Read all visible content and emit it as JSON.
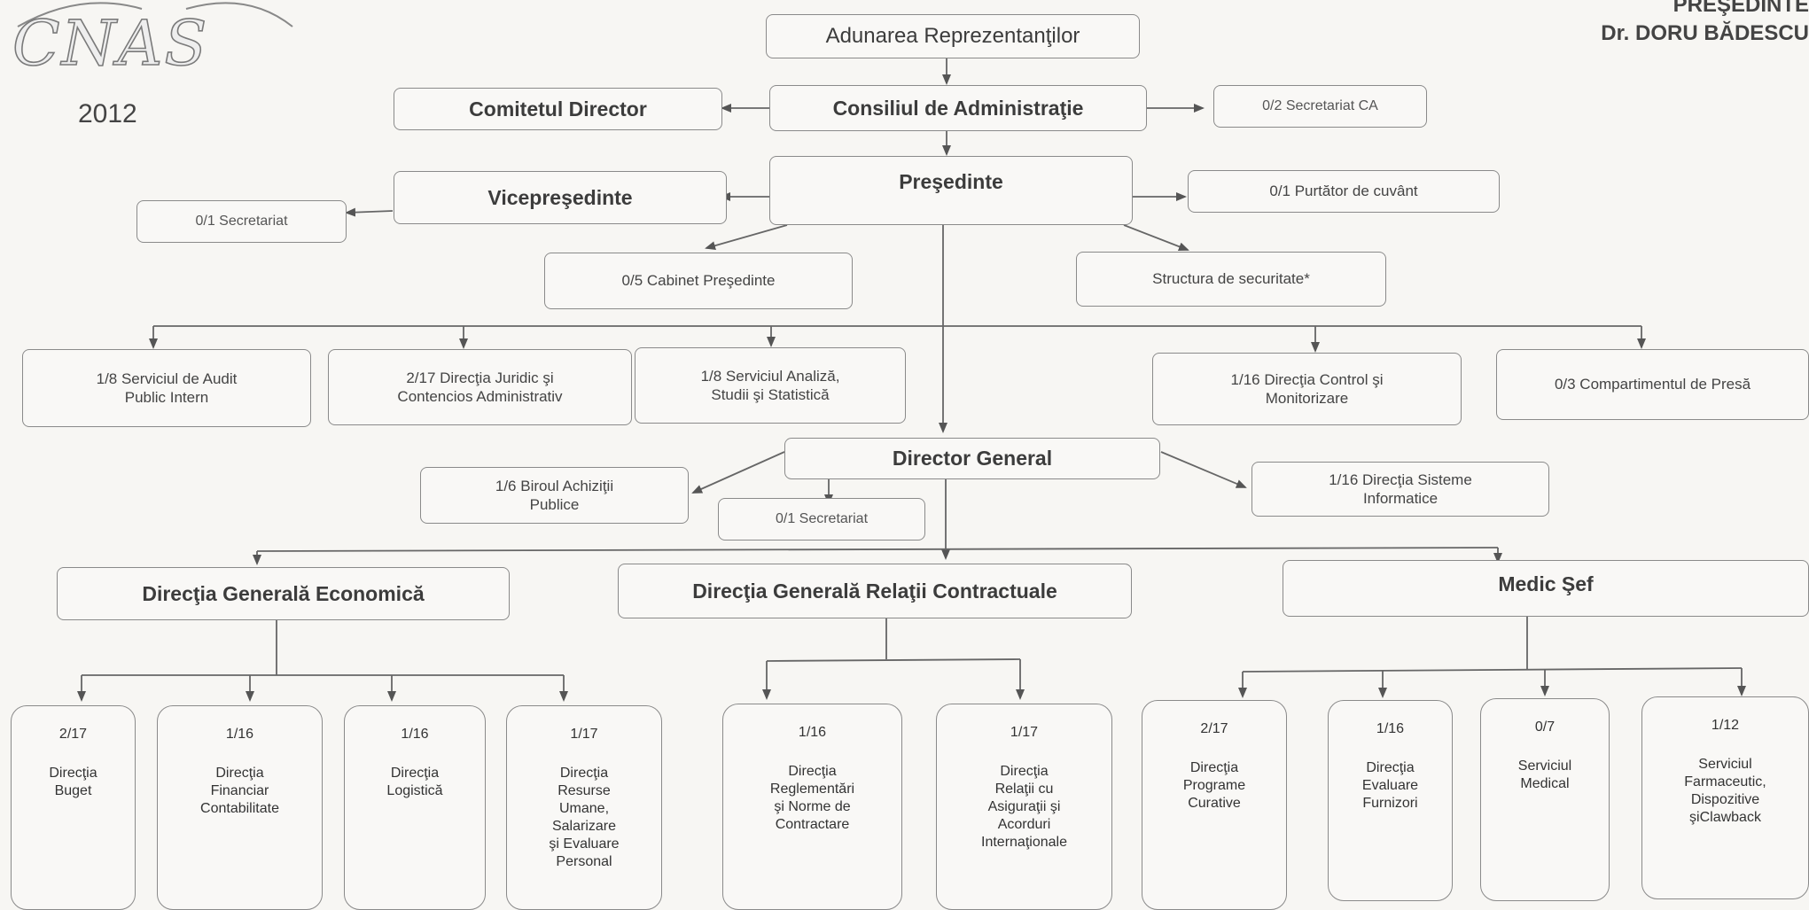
{
  "header": {
    "logo_text": "CNAS",
    "year": "2012",
    "president_title": "PREŞEDINTE",
    "president_name": "Dr. DORU BĂDESCU"
  },
  "boxes": {
    "adunarea": "Adunarea Reprezentanţilor",
    "consiliul": "Consiliul de Administraţie",
    "comitetul": "Comitetul Director",
    "secretariat_ca": "0/2 Secretariat CA",
    "presedinte": "Preşedinte",
    "vicepresedinte": "Vicepreşedinte",
    "secretariat_vp": "0/1 Secretariat",
    "purtator": "0/1 Purtător de cuvânt",
    "cabinet": "0/5 Cabinet Preşedinte",
    "securitate": "Structura de securitate*",
    "audit": "1/8 Serviciul de Audit\nPublic Intern",
    "juridic": "2/17 Direcţia Juridic şi\nContencios Administrativ",
    "analiza": "1/8 Serviciul Analiză,\nStudii şi Statistică",
    "control": "1/16  Direcţia Control şi\nMonitorizare",
    "presa": "0/3 Compartimentul de Presă",
    "director_general": "Director General",
    "achizitii": "1/6 Biroul Achiziţii\nPublice",
    "secretariat_dg": "0/1 Secretariat",
    "sisteme": "1/16 Direcţia Sisteme\nInformatice",
    "dg_economica": "Direcţia Generală Economică",
    "dg_relatii": "Direcţia Generală Relaţii Contractuale",
    "medic_sef": "Medic Şef"
  },
  "units": [
    {
      "code": "2/17",
      "name": "Direcţia\nBuget"
    },
    {
      "code": "1/16",
      "name": "Direcţia\nFinanciar\nContabilitate"
    },
    {
      "code": "1/16",
      "name": "Direcţia\nLogistică"
    },
    {
      "code": "1/17",
      "name": "Direcţia\nResurse\nUmane,\nSalarizare\nşi Evaluare\nPersonal"
    },
    {
      "code": "1/16",
      "name": "Direcţia\nReglementări\nşi Norme de\nContractare"
    },
    {
      "code": "1/17",
      "name": "Direcţia\nRelaţii cu\nAsiguraţii şi\nAcorduri\nInternaţionale"
    },
    {
      "code": "2/17",
      "name": "Direcţia\nPrograme\nCurative"
    },
    {
      "code": "1/16",
      "name": "Direcţia\nEvaluare\nFurnizori"
    },
    {
      "code": "0/7",
      "name": "Serviciul\nMedical"
    },
    {
      "code": "1/12",
      "name": "Serviciul\nFarmaceutic,\nDispozitive\nşiClawback"
    }
  ]
}
